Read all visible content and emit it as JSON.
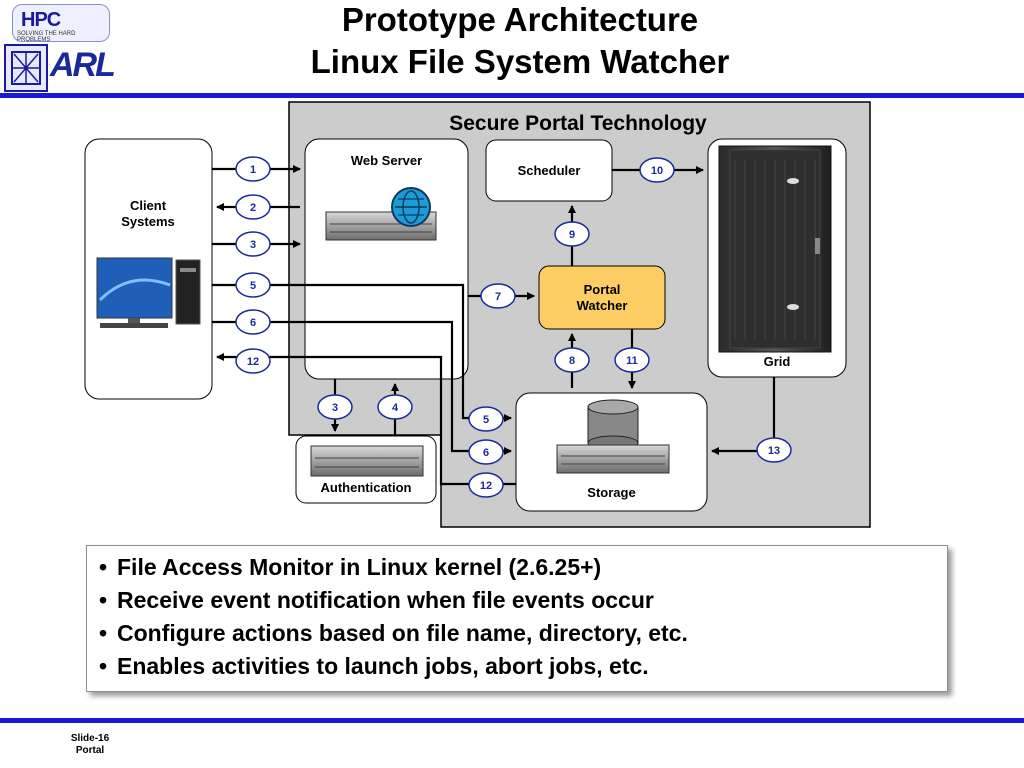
{
  "title": {
    "line1": "Prototype Architecture",
    "line2": "Linux File System Watcher"
  },
  "logos": {
    "hpc_text": "HPC",
    "hpc_tagline": "SOLVING THE HARD PROBLEMS",
    "arl_text": "ARL"
  },
  "diagram": {
    "portal_label": "Secure Portal Technology",
    "client_label": "Client\nSystems",
    "web_server_label": "Web Server",
    "scheduler_label": "Scheduler",
    "portal_watcher_label": "Portal\nWatcher",
    "grid_label": "Grid",
    "auth_label": "Authentication",
    "storage_label": "Storage",
    "steps": [
      "1",
      "2",
      "3",
      "5",
      "6",
      "12",
      "7",
      "9",
      "10",
      "8",
      "11",
      "3",
      "4",
      "5",
      "6",
      "12",
      "13"
    ]
  },
  "bullets": [
    "File Access Monitor in Linux kernel (2.6.25+)",
    "Receive event notification when file events occur",
    "Configure actions based on file name, directory, etc.",
    "Enables activities to launch jobs, abort jobs, etc."
  ],
  "footer": {
    "slide": "Slide-16",
    "section": "Portal"
  },
  "colors": {
    "rule": "#1a1ad6",
    "portal_bg": "#cccccc",
    "watcher_fill": "#fbcd62",
    "step_border": "#1a2a9a"
  }
}
